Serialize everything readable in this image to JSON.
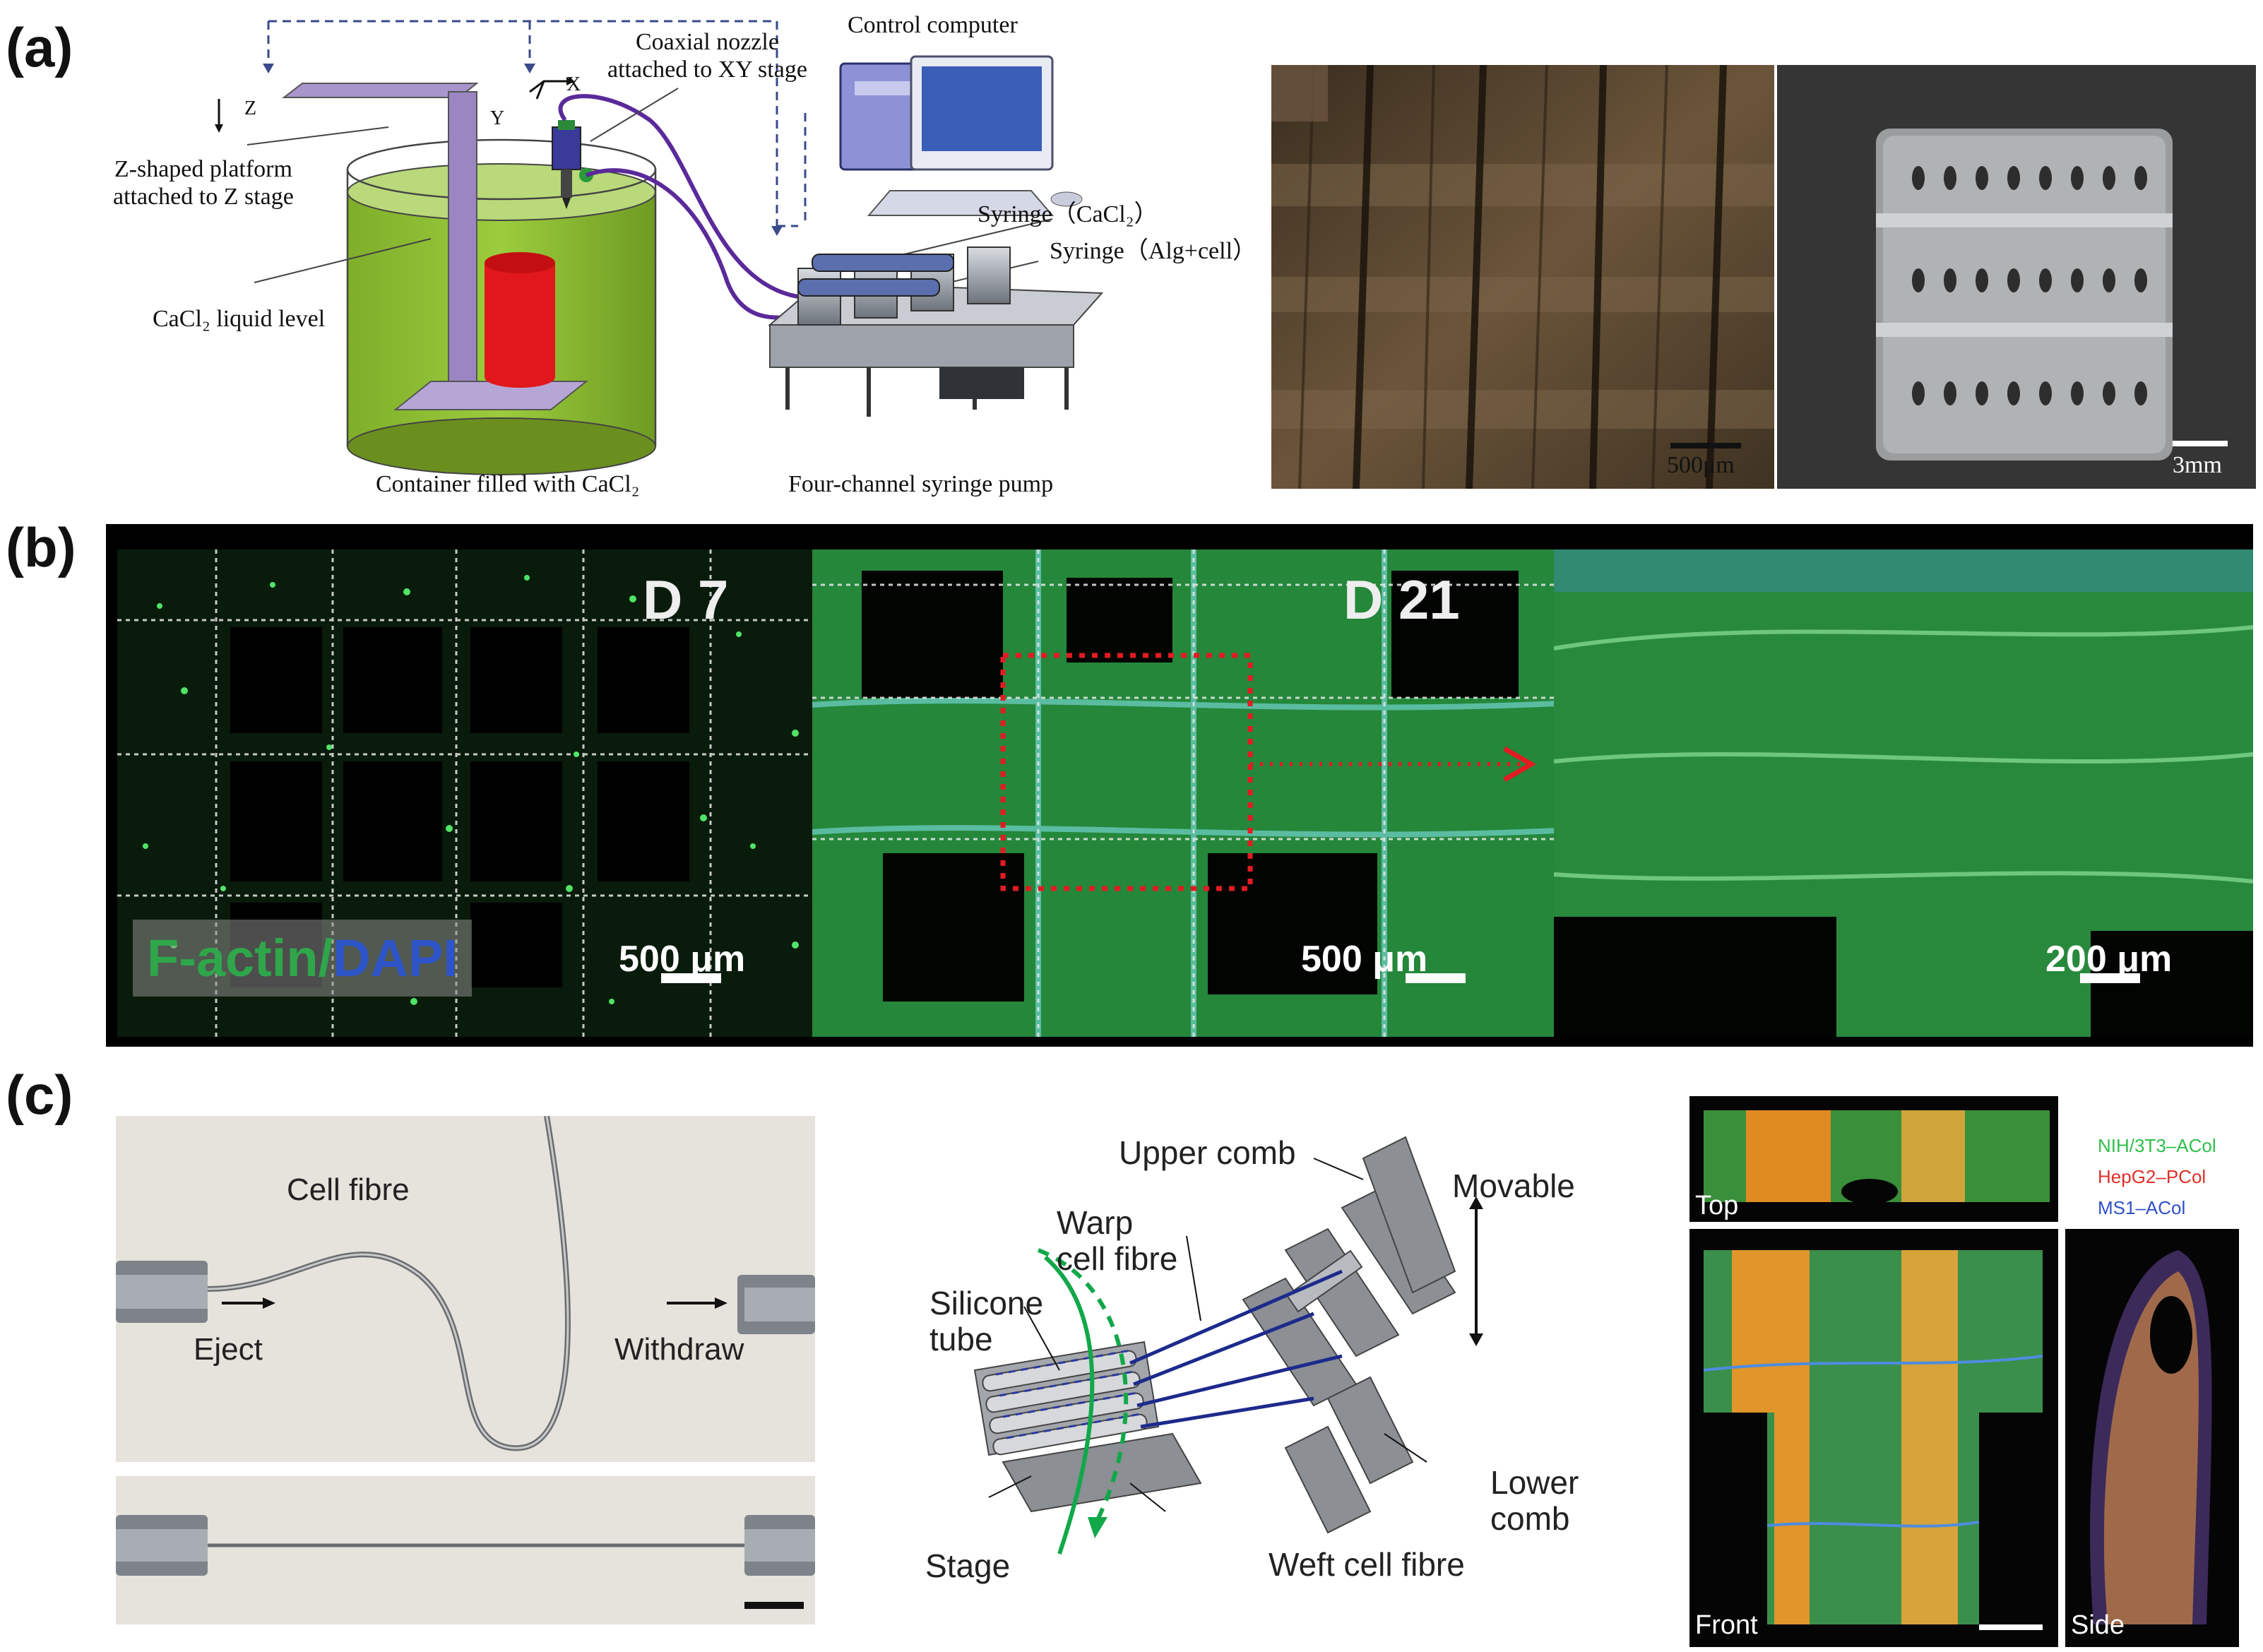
{
  "panel_a": {
    "label": "(a)",
    "control_computer": "Control computer",
    "coaxial_nozzle_line1": "Coaxial nozzle",
    "coaxial_nozzle_line2": "attached to XY stage",
    "axis_z": "Z",
    "axis_y": "Y",
    "axis_x": "X",
    "platform_line1": "Z-shaped platform",
    "platform_line2": "attached to Z stage",
    "liquid_level": "CaCl₂ liquid level",
    "container": "Container filled with CaCl₂",
    "syringe_cacl2": "Syringe（CaCl₂）",
    "syringe_alg": "Syringe（Alg+cell）",
    "pump": "Four-channel syringe pump",
    "scale_1": "500μm",
    "scale_2": "3mm"
  },
  "panel_b": {
    "label": "(b)",
    "day_1": "D 7",
    "day_2": "D 21",
    "stain_factin": "F-actin",
    "stain_sep": "/",
    "stain_dapi": "DAPI",
    "scale_1": "500 μm",
    "scale_2": "500 μm",
    "scale_3": "200 μm"
  },
  "panel_c": {
    "label": "(c)",
    "cell_fibre": "Cell fibre",
    "eject": "Eject",
    "withdraw": "Withdraw",
    "upper_comb": "Upper comb",
    "movable": "Movable",
    "warp_line1": "Warp",
    "warp_line2": "cell fibre",
    "silicone_line1": "Silicone",
    "silicone_line2": "tube",
    "lower_line1": "Lower",
    "lower_line2": "comb",
    "stage": "Stage",
    "weft": "Weft cell fibre",
    "legend_1": "NIH/3T3–ACol",
    "legend_2": "HepG2–PCol",
    "legend_3": "MS1–ACol",
    "view_top": "Top",
    "view_front": "Front",
    "view_side": "Side"
  },
  "colors": {
    "legend_green": "#2fbf4a",
    "legend_red": "#e0302a",
    "legend_blue": "#3050c8",
    "fluor_green": "#3fd85a",
    "dapi_blue": "#2d55c8",
    "weft_green": "#11a84a",
    "warp_navy": "#1d2a8c",
    "nozzle_purple": "#5a2a9a"
  }
}
